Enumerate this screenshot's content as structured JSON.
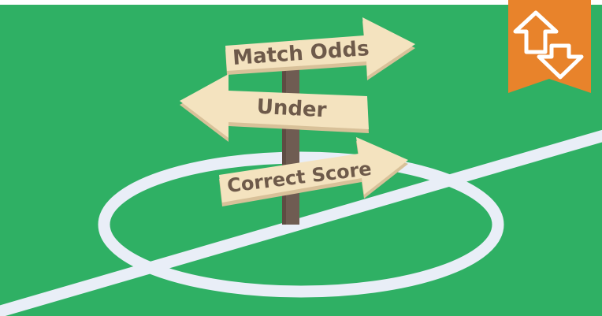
{
  "colors": {
    "pitch": "#2fb064",
    "pitch_line": "#e9eef7",
    "post": "#6f5c52",
    "sign_face": "#f4e3bf",
    "sign_shadow": "#d8c199",
    "sign_text": "#6e5a4a",
    "badge": "#e8832b",
    "badge_icon": "#ffffff"
  },
  "signs": {
    "match_odds": "Match Odds",
    "under": "Under",
    "correct_score": "Correct Score"
  },
  "badge": {
    "icon": "up-down-arrows-icon"
  }
}
